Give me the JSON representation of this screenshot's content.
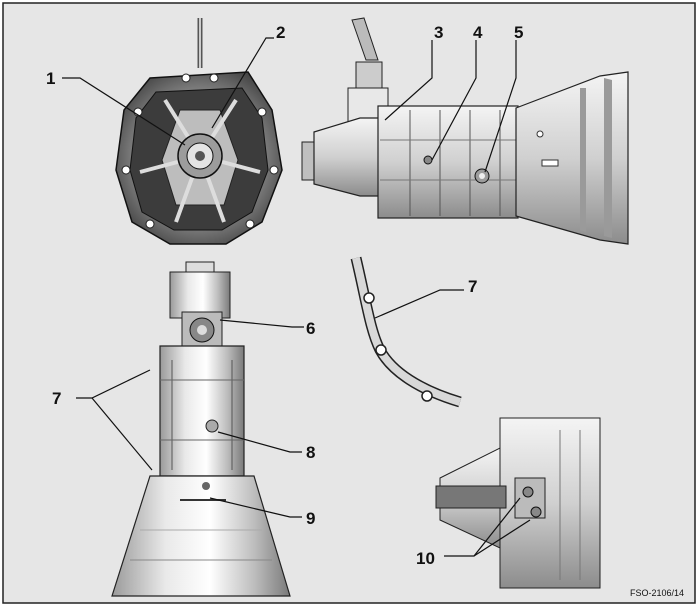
{
  "figure": {
    "code": "FSO-2106/14",
    "background": "#e6e6e6",
    "border": "#222222"
  },
  "callouts": {
    "c1": "1",
    "c2": "2",
    "c3": "3",
    "c4": "4",
    "c5": "5",
    "c6": "6",
    "c7a": "7",
    "c7b": "7",
    "c8": "8",
    "c9": "9",
    "c10": "10"
  },
  "colors": {
    "metal_light": "#f2f2f2",
    "metal_mid": "#b9b9b9",
    "metal_dark": "#4a4a4a",
    "outline": "#1a1a1a"
  }
}
